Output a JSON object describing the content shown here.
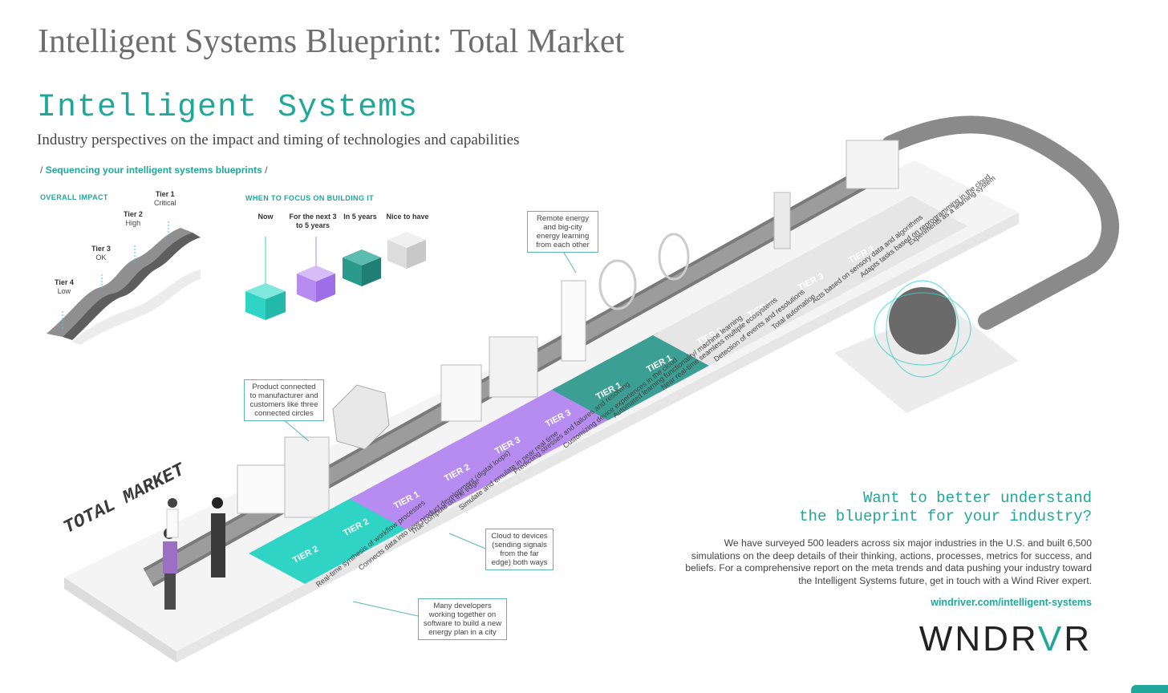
{
  "page_title": "Intelligent Systems Blueprint: Total Market",
  "heading": "Intelligent Systems",
  "subheading": "Industry perspectives on the impact and timing of technologies and capabilities",
  "sequencing": {
    "prefix": "/",
    "text": "Sequencing your intelligent systems blueprints",
    "suffix": "/"
  },
  "impact": {
    "title": "OVERALL IMPACT",
    "tiers": [
      {
        "name": "Tier 1",
        "desc": "Critical"
      },
      {
        "name": "Tier 2",
        "desc": "High"
      },
      {
        "name": "Tier 3",
        "desc": "OK"
      },
      {
        "name": "Tier 4",
        "desc": "Low"
      }
    ]
  },
  "focus": {
    "title": "WHEN TO FOCUS ON BUILDING IT",
    "items": [
      {
        "label": "Now",
        "color": "#2fd4c4"
      },
      {
        "label": "For the next 3 to 5 years",
        "color": "#b78cf0"
      },
      {
        "label": "In 5 years",
        "color": "#2a9a8c"
      },
      {
        "label": "Nice to have",
        "color": "#d6d6d6"
      }
    ]
  },
  "board_label": "TOTAL MARKET",
  "tier_word": "TIER",
  "capabilities": [
    {
      "text": "Real-time synthesis of workflow processes",
      "tier": "2",
      "color": "#2fd4c4"
    },
    {
      "text": "Connects data into new product development (digital loops)",
      "tier": "2",
      "color": "#2fd4c4"
    },
    {
      "text": "True compute on the edge",
      "tier": "1",
      "color": "#b78cf0"
    },
    {
      "text": "Simulate and emulate in near real time",
      "tier": "2",
      "color": "#b78cf0"
    },
    {
      "text": "Predicting stresses and failures and resolving",
      "tier": "3",
      "color": "#b78cf0"
    },
    {
      "text": "Customizing device experiences in the cloud",
      "tier": "3",
      "color": "#b78cf0"
    },
    {
      "text": "Automated learning functionality/ machine learning",
      "tier": "1",
      "color": "#3c9f93"
    },
    {
      "text": "Near real-time seamless multiple ecosystems",
      "tier": "1",
      "color": "#3c9f93"
    },
    {
      "text": "Detection of events and resolutions",
      "tier": "3",
      "color": "#e6e6e6"
    },
    {
      "text": "Total automation",
      "tier": "3",
      "color": "#e6e6e6"
    },
    {
      "text": "Acts based on sensory data and algorithms",
      "tier": "3",
      "color": "#e6e6e6"
    },
    {
      "text": "Adapts tasks based on reprogramming in the cloud",
      "tier": "3",
      "color": "#e6e6e6"
    },
    {
      "text": "Experiments as a learning system",
      "tier": "4",
      "color": "#e6e6e6"
    }
  ],
  "callouts": [
    {
      "text": "Product connected to manufacturer and customers like three connected circles"
    },
    {
      "text": "Remote energy and big-city energy learning from each other"
    },
    {
      "text": "Cloud to devices (sending signals from the far edge) both ways"
    },
    {
      "text": "Many developers working together on software to build a new energy plan in a city"
    }
  ],
  "cta": {
    "line1": "Want to better understand",
    "line2": "the blueprint for your industry?"
  },
  "body": "We have surveyed 500 leaders across six major industries in the U.S. and built 6,500 simulations on the deep details of their thinking, actions, processes, metrics for success, and beliefs. For a comprehensive report on the meta trends and data pushing your industry toward the Intelligent Systems future, get in touch with a Wind River expert.",
  "link": "windriver.com/intelligent-systems",
  "logo": {
    "part1": "WNDR",
    "part2": "V",
    "part3": "R"
  },
  "accent_color": "#1fa89a"
}
